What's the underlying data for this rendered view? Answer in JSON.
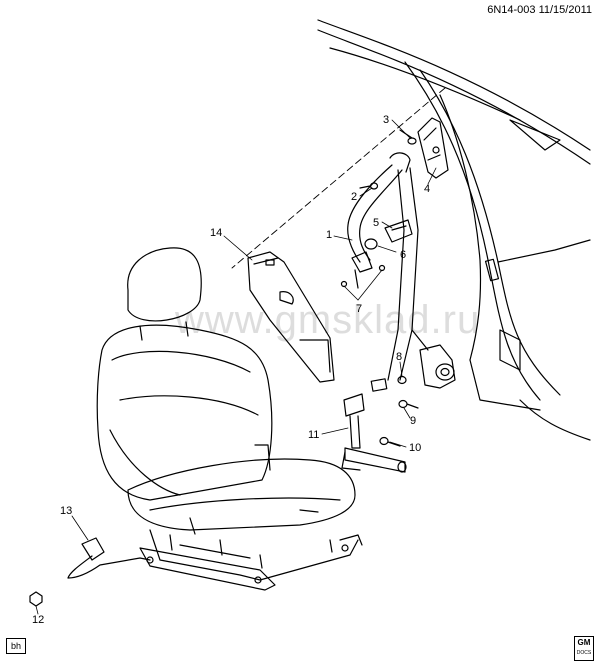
{
  "header": {
    "doc_id": "6N14-003  11/15/2011"
  },
  "watermark": "www.gmsklad.ru",
  "corner_tag": "bh",
  "logo": {
    "brand": "GM",
    "sub": "DOCS"
  },
  "callouts": [
    {
      "num": "1"
    },
    {
      "num": "2"
    },
    {
      "num": "3"
    },
    {
      "num": "4"
    },
    {
      "num": "5"
    },
    {
      "num": "6"
    },
    {
      "num": "7"
    },
    {
      "num": "8"
    },
    {
      "num": "9"
    },
    {
      "num": "10"
    },
    {
      "num": "11"
    },
    {
      "num": "12"
    },
    {
      "num": "13"
    },
    {
      "num": "14"
    }
  ]
}
